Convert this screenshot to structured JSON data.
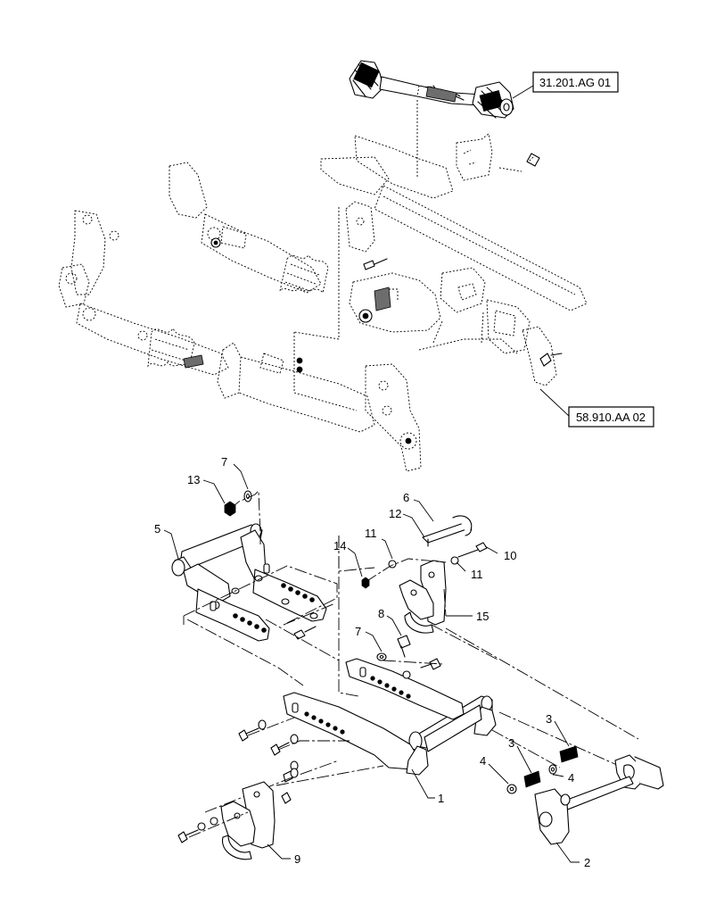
{
  "references": {
    "pto_shaft": "31.201.AG 01",
    "frame": "58.910.AA 02"
  },
  "callouts": {
    "c1": "1",
    "c2": "2",
    "c3a": "3",
    "c3b": "3",
    "c4a": "4",
    "c4b": "4",
    "c5": "5",
    "c6": "6",
    "c7a": "7",
    "c7b": "7",
    "c8": "8",
    "c9": "9",
    "c10": "10",
    "c11a": "11",
    "c11b": "11",
    "c12": "12",
    "c13": "13",
    "c14": "14",
    "c15": "15"
  }
}
